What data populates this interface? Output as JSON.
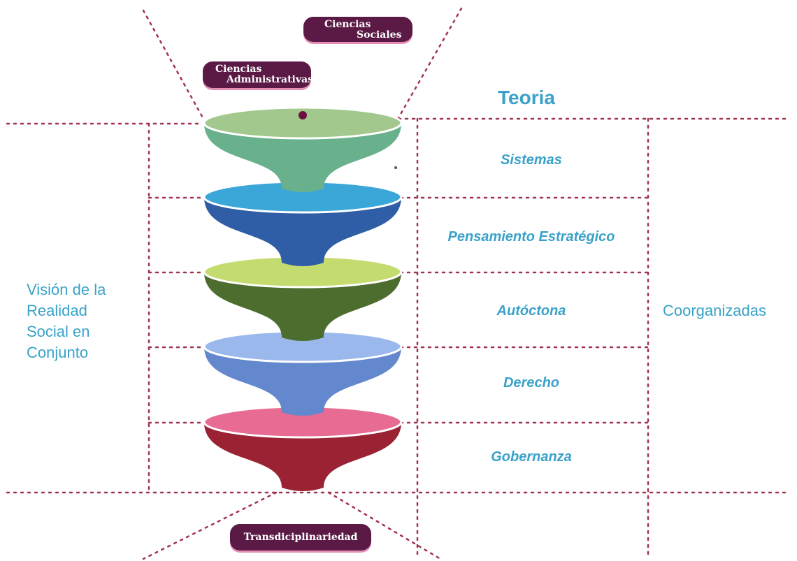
{
  "disciplines": {
    "social": [
      "Ciencias",
      "Sociales"
    ],
    "admin": [
      "Ciencias",
      "Administrativas"
    ],
    "trans": "Transdiciplinariedad"
  },
  "header": "Teoria",
  "layers": [
    {
      "label": "Sistemas",
      "top": "#a3c88e",
      "body": "#68b18c"
    },
    {
      "label": "Pensamiento Estratégico",
      "top": "#3aa7d8",
      "body": "#2f5ea6"
    },
    {
      "label": "Autóctona",
      "top": "#c4dc6f",
      "body": "#4d6d2e"
    },
    {
      "label": "Derecho",
      "top": "#9ab8ec",
      "body": "#6488cd"
    },
    {
      "label": "Gobernanza",
      "top": "#e76b93",
      "body": "#9a2233"
    }
  ],
  "left_label": [
    "Visión de la",
    "Realidad",
    "Social en",
    "Conjunto"
  ],
  "right_label": "Coorganizadas",
  "colors": {
    "grid": "#a0344f",
    "text": "#3aa2c8",
    "pill": "#5a1a45",
    "pill_shadow": "#e58fb3",
    "dot": "#6b1040"
  }
}
